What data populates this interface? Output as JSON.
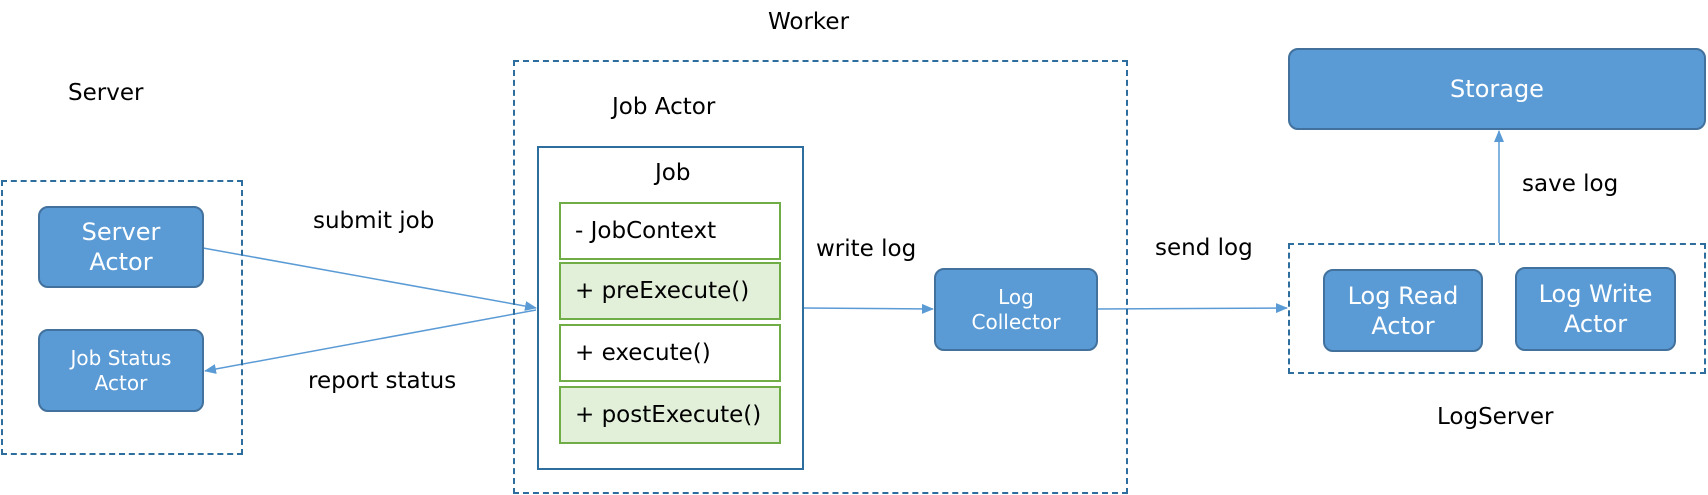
{
  "server": {
    "title": "Server",
    "server_actor": "Server\nActor",
    "job_status_actor": "Job Status\nActor"
  },
  "worker": {
    "title": "Worker",
    "job_actor_title": "Job Actor",
    "job_title": "Job",
    "members": [
      "- JobContext",
      "+ preExecute()",
      "+ execute()",
      "+ postExecute()"
    ],
    "log_collector": "Log\nCollector"
  },
  "edges": {
    "submit_job": "submit job",
    "report_status": "report status",
    "write_log": "write log",
    "send_log": "send log",
    "save_log": "save log"
  },
  "logserver": {
    "title": "LogServer",
    "storage": "Storage",
    "log_read_actor": "Log Read\nActor",
    "log_write_actor": "Log Write\nActor"
  },
  "colors": {
    "box_fill": "#5b9bd5",
    "box_border": "#41719c",
    "member_fill": "#e2efd9",
    "member_border": "#70ad47",
    "arrow": "#5b9bd5"
  }
}
